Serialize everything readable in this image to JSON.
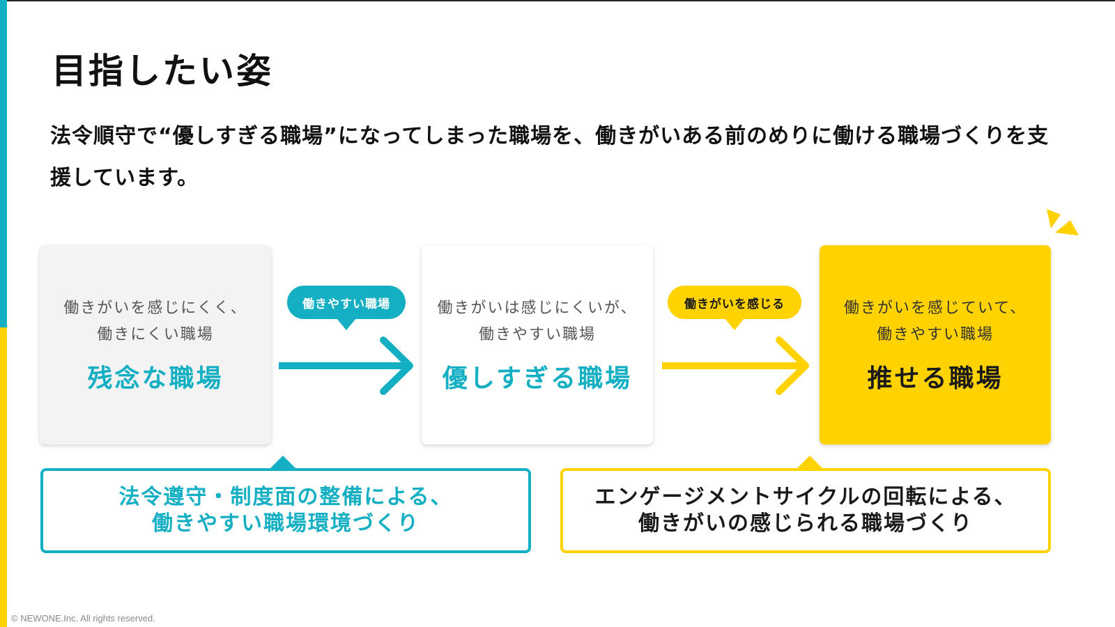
{
  "title": "目指したい姿",
  "lead": "法令順守で“優しすぎる職場”になってしまった職場を、働きがいある前のめりに働ける職場づくりを支援しています。",
  "cards": [
    {
      "sub1": "働きがいを感じにくく、",
      "sub2": "働きにくい職場",
      "main": "残念な職場"
    },
    {
      "sub1": "働きがいは感じにくいが、",
      "sub2": "働きやすい職場",
      "main": "優しすぎる職場"
    },
    {
      "sub1": "働きがいを感じていて、",
      "sub2": "働きやすい職場",
      "main": "推せる職場"
    }
  ],
  "bubbles": [
    {
      "label": "働きやすい職場"
    },
    {
      "label": "働きがいを感じる"
    }
  ],
  "boxes": [
    {
      "line1": "法令遵守・制度面の整備による、",
      "line2": "働きやすい職場環境づくり"
    },
    {
      "line1": "エンゲージメントサイクルの回転による、",
      "line2": "働きがいの感じられる職場づくり"
    }
  ],
  "footer": "© NEWONE.Inc.  All rights reserved.",
  "colors": {
    "teal": "#15afc4",
    "yellow": "#ffd200",
    "card_gray": "#f3f3f3"
  }
}
